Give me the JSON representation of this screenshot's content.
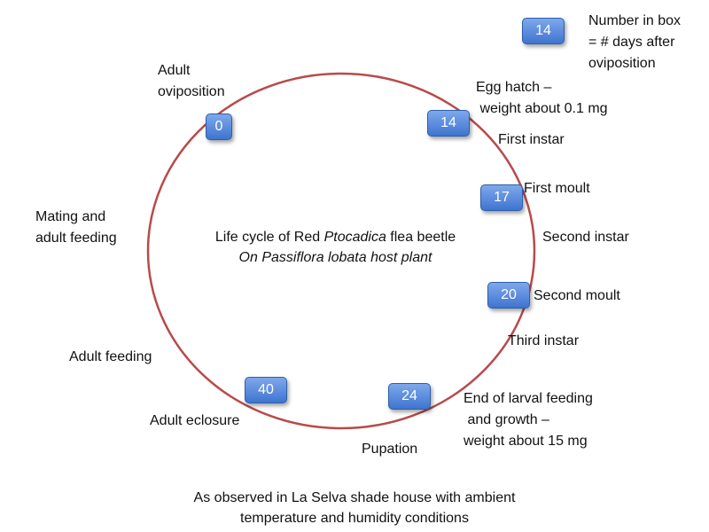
{
  "legend": {
    "box_value": "14",
    "lines": [
      "Number in box",
      "= # days after",
      "oviposition"
    ]
  },
  "diagram": {
    "circle_color": "#b94a4a",
    "box_color": "#4f82d6",
    "title_line1_pre": "Life cycle of Red ",
    "title_line1_italic": "Ptocadica",
    "title_line1_post": " flea beetle",
    "title_line2": "On Passiflora lobata host plant"
  },
  "boxes": {
    "day0": "0",
    "day14": "14",
    "day17": "17",
    "day20": "20",
    "day24": "24",
    "day40": "40"
  },
  "labels": {
    "adult_oviposition": [
      "Adult",
      "oviposition"
    ],
    "egg_hatch": [
      "Egg hatch –",
      " weight about 0.1 mg"
    ],
    "first_instar": "First instar",
    "first_moult": "First moult",
    "second_instar": "Second instar",
    "second_moult": "Second moult",
    "third_instar": "Third instar",
    "end_larval": [
      "End of larval feeding",
      " and growth –",
      "weight about 15 mg"
    ],
    "pupation": "Pupation",
    "adult_eclosure": "Adult eclosure",
    "adult_feeding": "Adult feeding",
    "mating": [
      "Mating and",
      "adult feeding"
    ]
  },
  "footer": [
    "As observed in La Selva shade house with ambient",
    "temperature and humidity conditions"
  ]
}
